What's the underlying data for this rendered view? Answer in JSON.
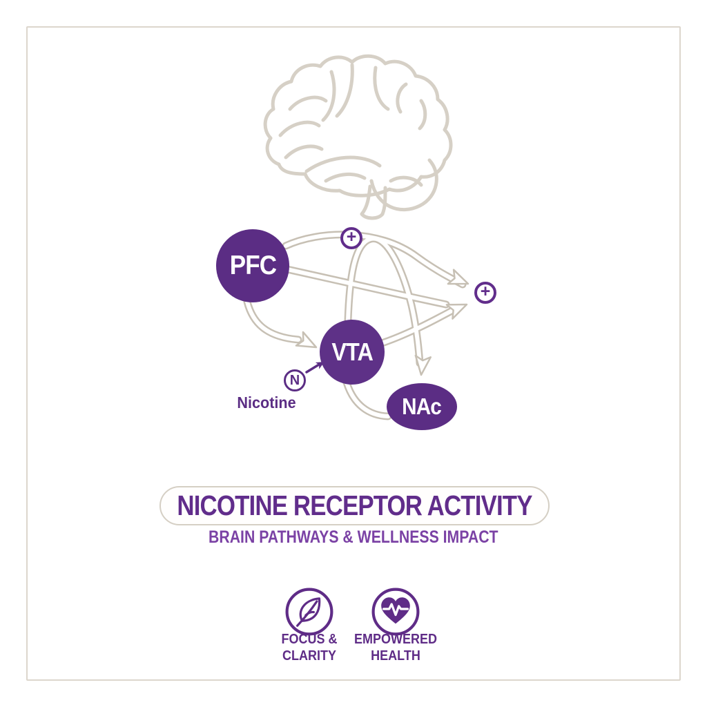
{
  "colors": {
    "deep_purple": "#5b2d84",
    "accent_purple": "#612d8b",
    "subtitle_purple": "#7b42a5",
    "arrow_taupe": "#c7c0b4",
    "brain_taupe": "#d6d0c6",
    "frame_taupe": "#dcd6cc"
  },
  "diagram": {
    "nodes": [
      {
        "id": "pfc",
        "label": "PFC"
      },
      {
        "id": "vta",
        "label": "VTA"
      },
      {
        "id": "nac",
        "label": "NAc"
      }
    ],
    "plus_symbol": "+",
    "nicotine": {
      "symbol": "N",
      "label": "Nicotine"
    }
  },
  "title": "NICOTINE RECEPTOR ACTIVITY",
  "subtitle": "BRAIN PATHWAYS & WELLNESS IMPACT",
  "footer": {
    "items": [
      {
        "icon": "leaf-icon",
        "lines": [
          "FOCUS &",
          "CLARITY"
        ]
      },
      {
        "icon": "heart-pulse-icon",
        "lines": [
          "EMPOWERED",
          "HEALTH"
        ]
      }
    ]
  }
}
